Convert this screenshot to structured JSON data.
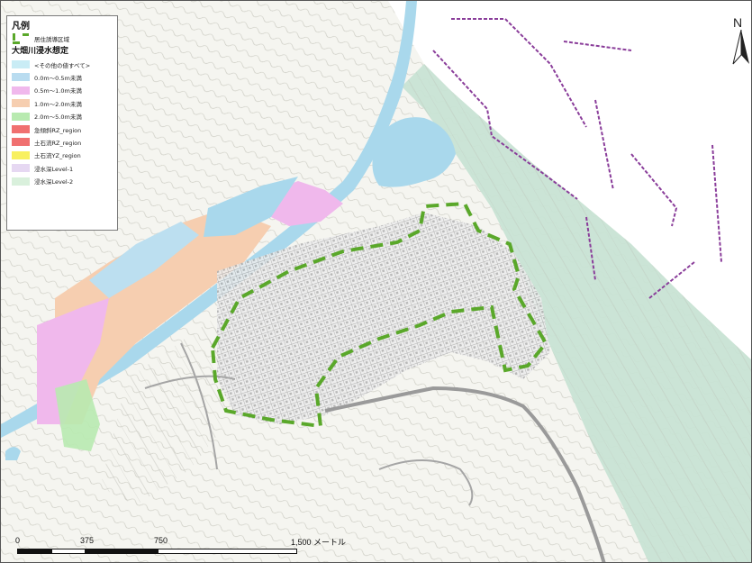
{
  "legend": {
    "title": "凡例",
    "zone_label": "居住誘導区域",
    "subtitle": "大畑川浸水想定",
    "items": [
      {
        "label": "<その他の値すべて>",
        "color": "#c9ecf5"
      },
      {
        "label": "0.0m～0.5m未満",
        "color": "#b9dcf0"
      },
      {
        "label": "0.5m～1.0m未満",
        "color": "#f0b8ec"
      },
      {
        "label": "1.0m～2.0m未満",
        "color": "#f6ceb0"
      },
      {
        "label": "2.0m～5.0m未満",
        "color": "#b8eab0"
      },
      {
        "label": "急傾斜RZ_region",
        "color": "#f07070"
      },
      {
        "label": "土石流RZ_region",
        "color": "#f07070"
      },
      {
        "label": "土石流YZ_region",
        "color": "#f8f060"
      },
      {
        "label": "浸水深Level-1",
        "color": "#e6d8f2"
      },
      {
        "label": "浸水深Level-2",
        "color": "#d9f0dc"
      }
    ],
    "zone_color": "#5aa82a"
  },
  "north_label": "N",
  "scale": {
    "ticks": [
      "0",
      "375",
      "750",
      "1,500 メートル"
    ]
  },
  "colors": {
    "coast_green": "#c8e3d4",
    "river_blue": "#a9d8ec",
    "flood_pink": "#f0b8ec",
    "flood_orange": "#f6ceb0",
    "harbor_line": "#8a3d9a"
  }
}
